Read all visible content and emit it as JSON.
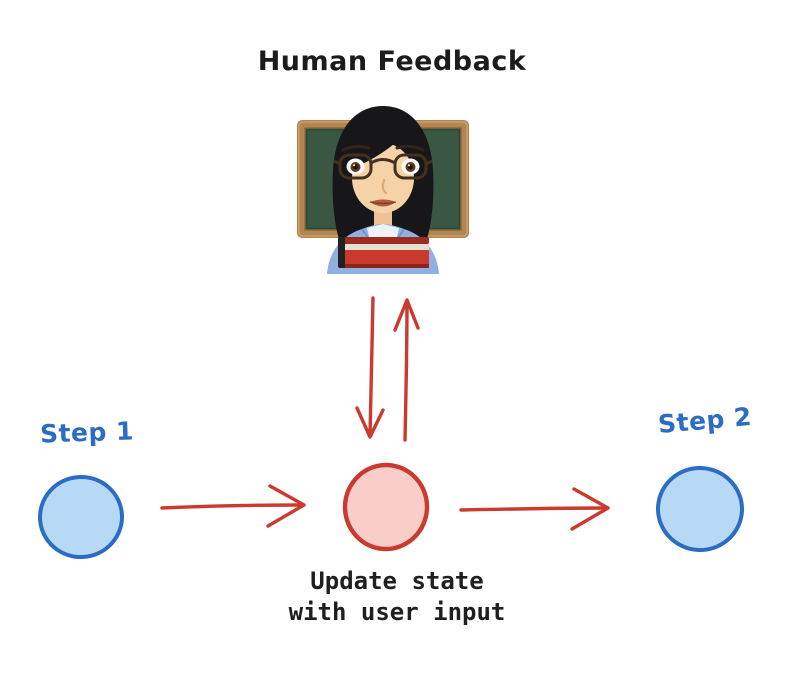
{
  "title": "Human Feedback",
  "labels": {
    "step1": "Step 1",
    "step2": "Step 2"
  },
  "caption": {
    "line1": "Update state",
    "line2": "with user input"
  },
  "icons": {
    "teacher": "woman-teacher-emoji"
  },
  "colors": {
    "background": "#ffffff",
    "arrow_red": "#cb3a2e",
    "node_red_fill": "#f8cdca",
    "node_blue_stroke": "#2b6cc4",
    "node_blue_fill": "#b8d9f5",
    "label_blue": "#2b6cc4",
    "title_black": "#1c1c1c",
    "caption_black": "#1f1f1f",
    "board_green": "#3a5744",
    "frame_brown": "#b5854f"
  }
}
